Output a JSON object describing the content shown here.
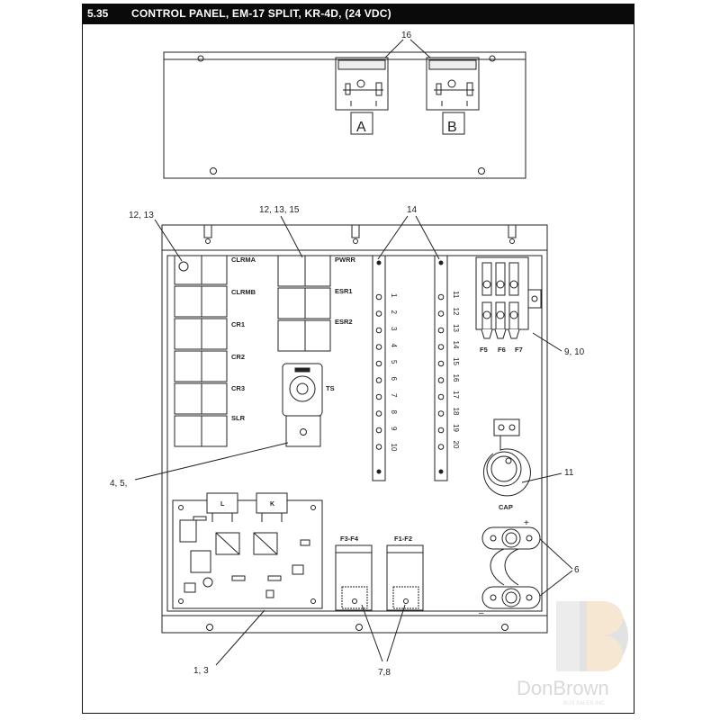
{
  "header": {
    "section_number": "5.35",
    "title": "CONTROL PANEL, EM-17 SPLIT, KR-4D, (24 VDC)"
  },
  "callouts": {
    "c16": "16",
    "c12_13": "12,  13",
    "c12_13_15": "12,  13,  15",
    "c14": "14",
    "c9_10": "9,  10",
    "c11": "11",
    "c4_5": "4, 5,",
    "c6": "6",
    "c1_3": "1,  3",
    "c7_8": "7,8"
  },
  "top_panel": {
    "box_a": "A",
    "box_b": "B"
  },
  "relay_labels": [
    "CLRMA",
    "CLRMB",
    "CR1",
    "CR2",
    "CR3",
    "SLR"
  ],
  "relay_labels_2": [
    "PWRR",
    "ESR1",
    "ESR2"
  ],
  "ts_label": "TS",
  "terminal_left": [
    "1",
    "2",
    "3",
    "4",
    "5",
    "6",
    "7",
    "8",
    "9",
    "10"
  ],
  "terminal_right": [
    "11",
    "12",
    "13",
    "14",
    "15",
    "16",
    "17",
    "18",
    "19",
    "20"
  ],
  "fuse_labels": [
    "F5",
    "F6",
    "F7"
  ],
  "cap_label": "CAP",
  "board_labels": {
    "relay_l": "L",
    "relay_k": "K"
  },
  "fuse_holders": {
    "left": "F3-F4",
    "right": "F1-F2"
  },
  "polarity": {
    "plus": "+",
    "minus": "–"
  },
  "watermark": {
    "text": "DonBrown",
    "small": "BUS SALES INC"
  }
}
